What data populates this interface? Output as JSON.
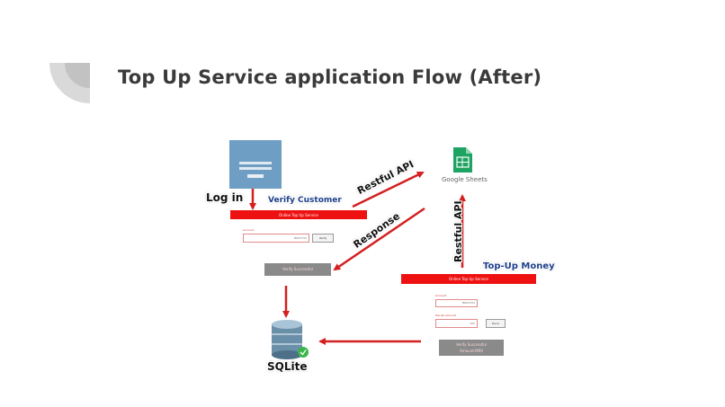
{
  "slide": {
    "title": "Top Up Service application Flow (After)"
  },
  "diagram": {
    "login_label": "Log in",
    "verify_customer_label": "Verify Customer",
    "online_service_bar_1": "Online Top Up Service",
    "online_service_bar_2": "Online Top Up Service",
    "restful_api_label_1": "Restful API",
    "restful_api_label_2": "Restful API",
    "response_label": "Response",
    "topup_money_label": "Top-Up Money",
    "google_sheets_label": "Google Sheets",
    "sqlite_label": "SQLite",
    "verify_button": "Verify",
    "done_button": "Done",
    "field_value_1": "MR02793",
    "field_value_2": "MR02793",
    "field_value_3": "100",
    "colors": {
      "accent_red": "#ee1111",
      "arrow_red": "#d42020",
      "gray": "#8a8a8a",
      "login_blue": "#6e9ec4",
      "sheets_green": "#1ea362"
    }
  }
}
